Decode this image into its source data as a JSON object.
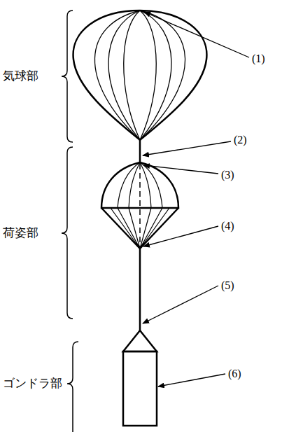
{
  "diagram": {
    "labels": [
      "気球部",
      "荷姿部",
      "ゴンドラ部",
      "(1)",
      "(2)",
      "(3)",
      "(4)",
      "(5)",
      "(6)"
    ]
  }
}
